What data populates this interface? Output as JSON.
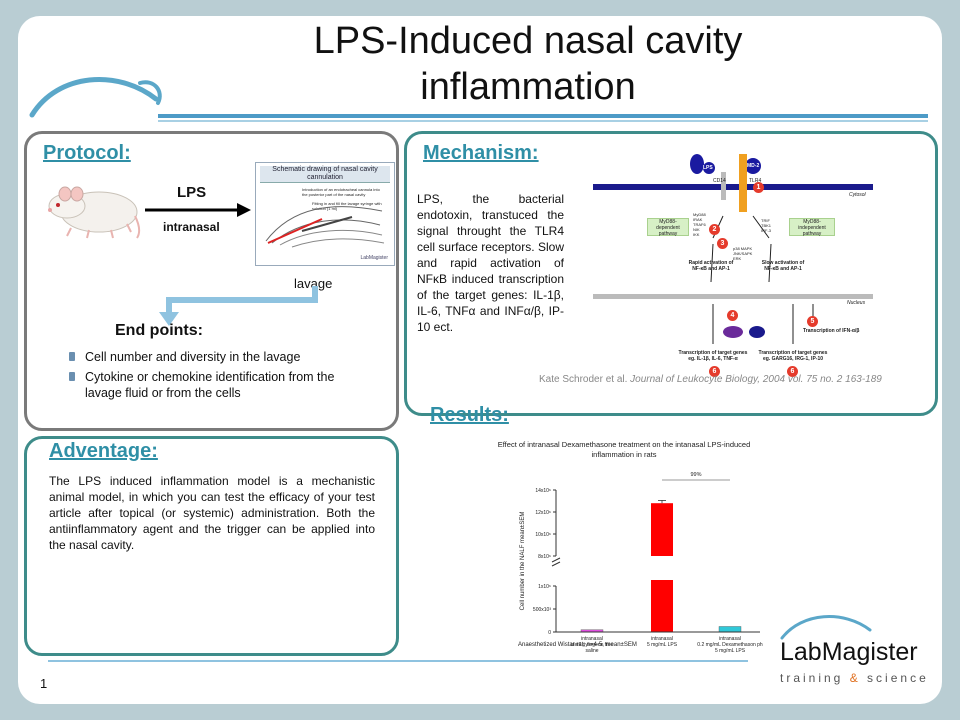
{
  "title_line1": "LPS-Induced nasal cavity",
  "title_line2": "inflammation",
  "slide_number": "1",
  "logo": {
    "name": "LabMagister",
    "tag_part1": "training ",
    "tag_amp": "&",
    "tag_part2": " science"
  },
  "colors": {
    "accent": "#2f8fa6",
    "frame_gray": "#7a7a7a",
    "frame_teal": "#3e8c8a",
    "bar_red": "#ff0000",
    "bar_pink": "#e050e0",
    "bar_cyan": "#30c8d8"
  },
  "protocol": {
    "heading": "Protocol:",
    "lps_label": "LPS",
    "route": "intranasal",
    "lavage": "lavage",
    "schematic_title": "Schematic drawing of nasal cavity cannulation",
    "schematic_note1": "Introduction of an endotracheal cannula into the posterior part of the nasal cavity",
    "schematic_note2": "Fitting in and fill the lavage syringe with solution (1 ml)",
    "schematic_logo": "LabMagister",
    "endpoints_title": "End points:",
    "endpoints": [
      "Cell number and diversity in the lavage",
      "Cytokine or chemokine identification from the lavage fluid or from the cells"
    ]
  },
  "advantage": {
    "heading": "Adventage:",
    "text": "The LPS induced inflammation model is a mechanistic animal model, in which you can test the efficacy of your test article after topical (or systemic) administration. Both the antiinflammatory agent and the trigger can be applied into the nasal cavity."
  },
  "mechanism": {
    "heading": "Mechanism:",
    "text": "LPS, the bacterial endotoxin, transtuced the signal throught the TLR4 cell surface receptors. Slow and rapid activation of NFκB induced transcription of the target genes: IL-1β, IL-6, TNFα and INFα/β, IP-10 ect.",
    "citation_plain": "Kate Schroder et al.",
    "citation_italic": "Journal of Leukocyte Biology, 2004 vol. 75 no. 2 163-189",
    "diagram": {
      "lbp": "LBP",
      "lps": "LPS",
      "md2": "MD-2",
      "cd14": "CD14",
      "tlr4": "TLR4",
      "cytosol": "Cytosol",
      "nucleus": "Nucleus",
      "myd88_dep": "MyD88-dependent pathway",
      "myd88_indep": "MyD88-independent pathway",
      "left_stack": "MyD88\nIRAK\nTRAF6\nNIK\nIKK",
      "right_stack": "TRIF\nTBK1\nIRF-3",
      "mapk": "p38 MAPK\nJNK/SAPK\nERK",
      "rapid": "Rapid activation of NF-κB and AP-1",
      "slow": "Slow activation of NF-κB and AP-1",
      "ifn": "Transcription of IFN-α/β",
      "trans_left_1": "Transcription of target genes",
      "trans_left_2": "eg. IL-1β, IL-6, TNF-α",
      "trans_right_1": "Transcription of target genes",
      "trans_right_2": "eg. GARG16, IRG-1, IP-10",
      "n1": "1",
      "n2": "2",
      "n3": "3",
      "n4": "4",
      "n5": "5",
      "n6a": "6",
      "n6b": "6"
    }
  },
  "results": {
    "heading": "Results:",
    "chart_caption": "Anaesthetized Wistar rat; n=4-5, mean±SEM"
  },
  "chart_data": {
    "type": "bar",
    "title": "Effect of intranasal Dexamethasone treatment on the intanasal LPS-induced inflammation in rats",
    "ylabel": "Cell number in the NALF mean±SEM",
    "categories": [
      "intranasal steril pyrogene free saline",
      "intranasal 5 mg/mL LPS",
      "intranasal 0.2 mg/mL Dexamethason ph 5 mg/mL LPS"
    ],
    "category_lines": [
      [
        "intranasal",
        "steril pyrogene free",
        "saline"
      ],
      [
        "intranasal",
        "5 mg/mL LPS"
      ],
      [
        "intranasal",
        "0.2 mg/mL Dexamethason ph",
        "5 mg/mL LPS"
      ]
    ],
    "values": [
      50000,
      12800000,
      120000
    ],
    "errors": [
      10000,
      250000,
      15000
    ],
    "colors": [
      "#e050e0",
      "#ff0000",
      "#30c8d8"
    ],
    "y_ticks_lower": [
      "0",
      "500x10³",
      "1x10⁶"
    ],
    "y_ticks_upper": [
      "8x10⁶",
      "10x10⁶",
      "12x10⁶",
      "14x10⁶"
    ],
    "lower_range": [
      0,
      1000000
    ],
    "upper_range": [
      8000000,
      14000000
    ],
    "axis_break": true,
    "significance": "99%"
  }
}
